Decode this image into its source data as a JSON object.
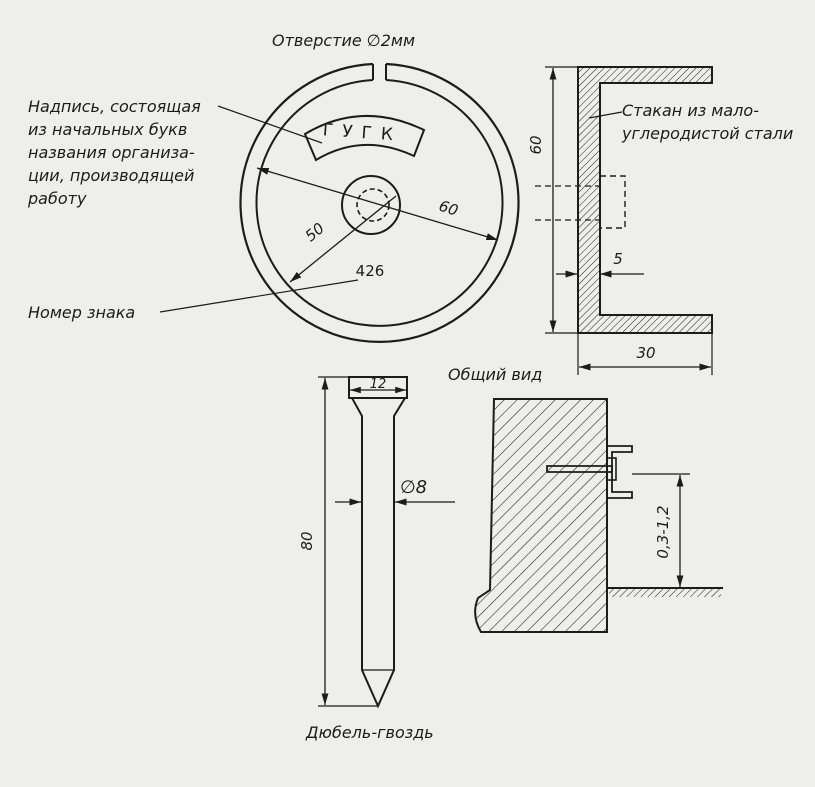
{
  "labels": {
    "hole": "Отверстие ∅2мм",
    "inscription_1": "Надпись, состоящая",
    "inscription_2": "из начальных букв",
    "inscription_3": "названия организа-",
    "inscription_4": "ции, производящей",
    "inscription_5": "работу",
    "sign_number": "Номер знака",
    "cup_1": "Стакан из мало-",
    "cup_2": "углеродистой стали",
    "general_view": "Общий вид",
    "nail": "Дюбель-гвоздь",
    "plate_text": "ГУГК",
    "plate_number": "426"
  },
  "dimensions": {
    "d50": "50",
    "d60": "60",
    "cup_height": "60",
    "cup_wall": "5",
    "cup_width": "30",
    "head": "12",
    "nail_diam": "∅8",
    "nail_length": "80",
    "height_range": "0,3-1,2"
  },
  "colors": {
    "ink": "#1c1c1c",
    "paper": "#eeeeea"
  }
}
